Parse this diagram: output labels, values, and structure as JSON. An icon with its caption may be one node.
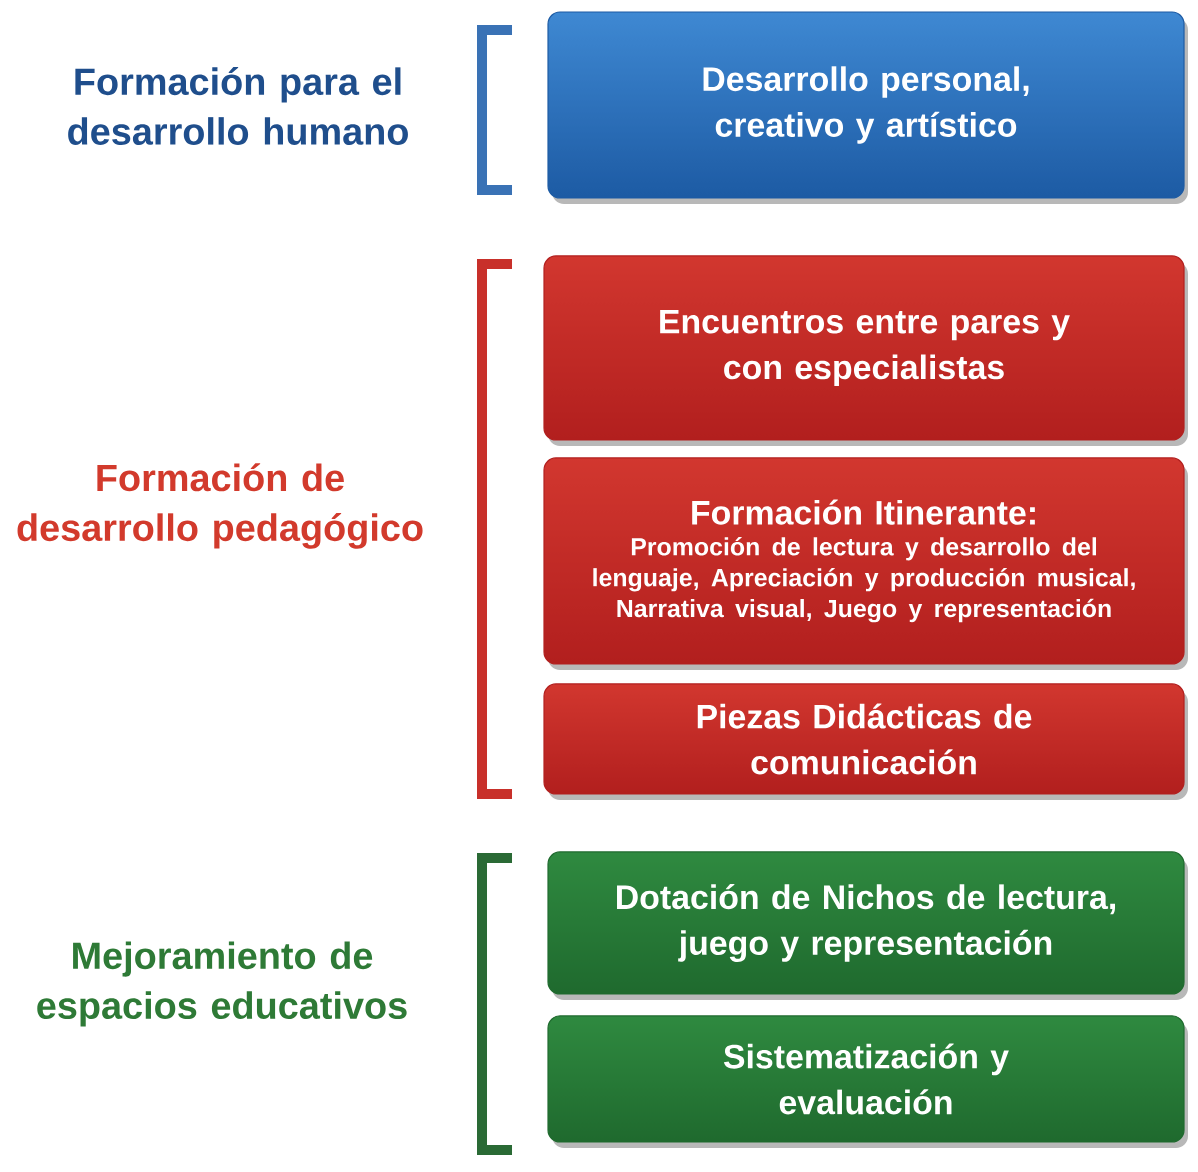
{
  "diagram": {
    "nodes": [
      {
        "text": [
          "Desarrollo personal, creativo y artístico"
        ]
      },
      {
        "text": [
          "Encuentros entre pares y con especialistas"
        ]
      },
      {
        "text": [
          "Formación Itinerante:",
          "Promoción de lectura y desarrollo del lenguaje, Apreciación y producción musical, Narrativa visual, Juego y representación"
        ]
      },
      {
        "text": [
          "Piezas Didácticas de comunicación"
        ]
      },
      {
        "text": [
          "Dotación de Nichos de lectura, juego y representación"
        ]
      },
      {
        "text": [
          "Sistematización y evaluación"
        ]
      }
    ],
    "labels": [
      "Formación para el desarrollo humano",
      "Formación de desarrollo pedagógico",
      "Mejoramiento de espacios educativos"
    ]
  }
}
